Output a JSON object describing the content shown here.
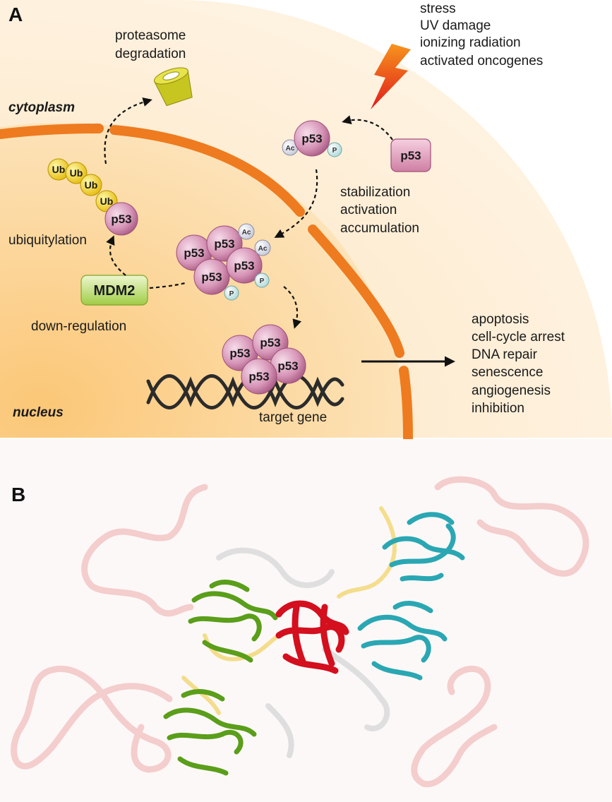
{
  "panel_a": {
    "label": "A",
    "compartments": {
      "cytoplasm": "cytoplasm",
      "nucleus": "nucleus"
    },
    "stress_signals": [
      "stress",
      "UV damage",
      "ionizing radiation",
      "activated oncogenes"
    ],
    "proteasome_label": [
      "proteasome",
      "degradation"
    ],
    "stabilization_label": [
      "stabilization",
      "activation",
      "accumulation"
    ],
    "ubiquitylation_label": "ubiquitylation",
    "mdm2": {
      "name": "MDM2",
      "label": "down-regulation"
    },
    "target_gene_label": "target gene",
    "outcomes": [
      "apoptosis",
      "cell-cycle arrest",
      "DNA repair",
      "senescence",
      "angiogenesis",
      "inhibition"
    ],
    "molecules": {
      "p53": "p53",
      "ub": "Ub",
      "ac": "Ac",
      "p": "P"
    }
  },
  "panel_b": {
    "label": "B",
    "colors": {
      "domain_green": "#5a9e1a",
      "domain_cyan": "#2aa7b3",
      "tetramer_red": "#d40f1e",
      "linker_yellow": "#f2d97a",
      "disordered_pink": "#f2c6c6",
      "disordered_grey": "#d9d9d9"
    }
  },
  "colors": {
    "cell_outer": "#fdf1dc",
    "nucleus_fill": "#fbd79a",
    "membrane_orange": "#ee7b1f",
    "p53_pink": "#c9709a",
    "ub_yellow": "#f3d21a",
    "mdm2_green": "#a8cf54",
    "lightning_red": "#e62020"
  }
}
